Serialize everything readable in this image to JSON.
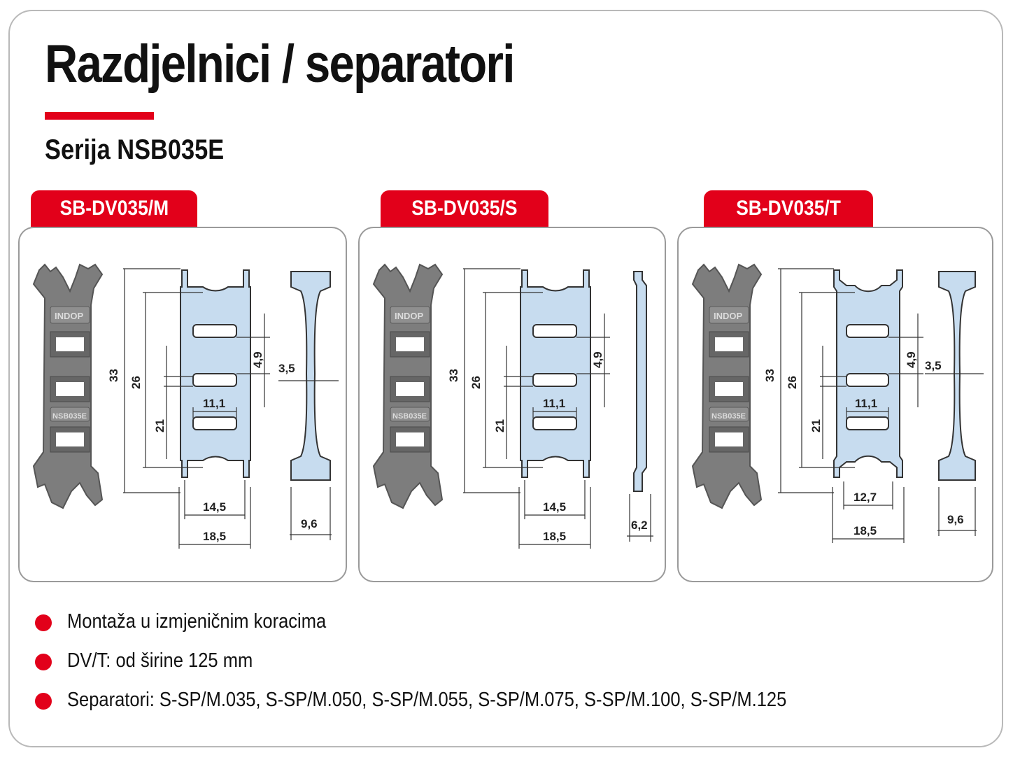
{
  "title": "Razdjelnici / separatori",
  "subtitle": "Serija NSB035E",
  "colors": {
    "accent": "#e2001a",
    "drawing_fill": "#c7dcef",
    "part_gray": "#7d7d7d"
  },
  "products": [
    {
      "label": "SB-DV035/M",
      "part_marks": [
        "INDOP",
        "NSB035E"
      ],
      "dims": {
        "height": "33",
        "inner": "26",
        "lower": "21",
        "slot_gap": "4,9",
        "slot_width": "11,1",
        "thickness": "3,5",
        "inner_width": "14,5",
        "total_width": "18,5",
        "side_width": "9,6"
      }
    },
    {
      "label": "SB-DV035/S",
      "part_marks": [
        "INDOP",
        "NSB035E"
      ],
      "dims": {
        "height": "33",
        "inner": "26",
        "lower": "21",
        "slot_gap": "4,9",
        "slot_width": "11,1",
        "inner_width": "14,5",
        "total_width": "18,5",
        "side_width": "6,2"
      }
    },
    {
      "label": "SB-DV035/T",
      "part_marks": [
        "INDOP",
        "NSB035E"
      ],
      "dims": {
        "height": "33",
        "inner": "26",
        "lower": "21",
        "slot_gap": "4,9",
        "slot_width": "11,1",
        "thickness": "3,5",
        "inner_width": "12,7",
        "total_width": "18,5",
        "side_width": "9,6"
      }
    }
  ],
  "bullets": [
    "Montaža u izmjeničnim koracima",
    "DV/T: od širine 125 mm",
    "Separatori: S-SP/M.035, S-SP/M.050, S-SP/M.055, S-SP/M.075, S-SP/M.100, S-SP/M.125"
  ]
}
